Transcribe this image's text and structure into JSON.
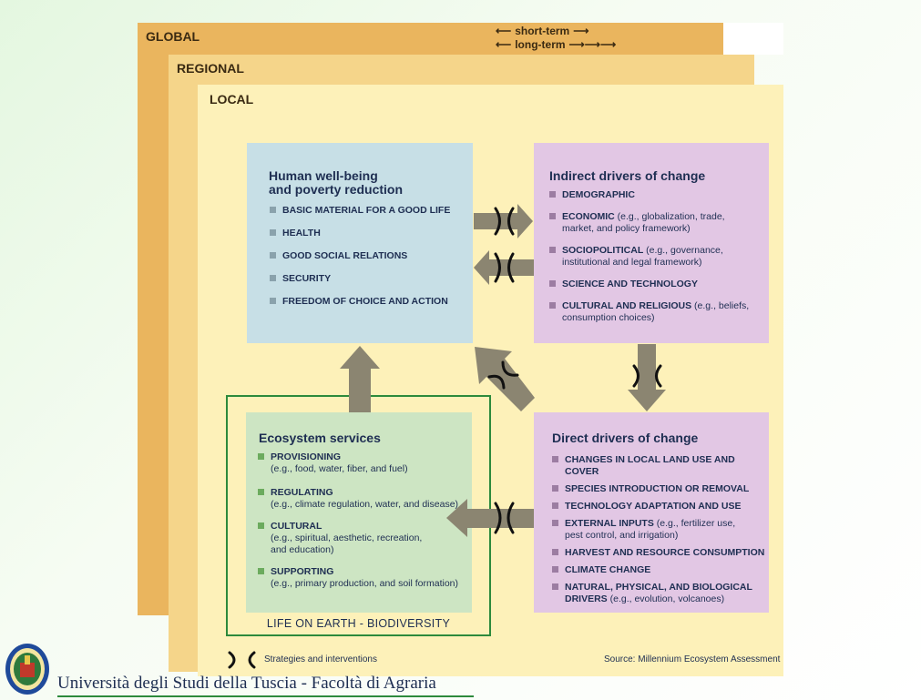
{
  "scales": {
    "global": "GLOBAL",
    "regional": "REGIONAL",
    "local": "LOCAL"
  },
  "time_legend": {
    "short": "short-term",
    "long": "long-term"
  },
  "human_wellbeing": {
    "title_line1": "Human well-being",
    "title_line2": "and poverty reduction",
    "items": [
      "BASIC MATERIAL FOR A GOOD LIFE",
      "HEALTH",
      "GOOD SOCIAL RELATIONS",
      "SECURITY",
      "FREEDOM OF CHOICE AND ACTION"
    ]
  },
  "indirect_drivers": {
    "title": "Indirect drivers of change",
    "items": [
      {
        "head": "DEMOGRAPHIC",
        "line1": "",
        "line2": ""
      },
      {
        "head": "ECONOMIC",
        "line1": " (e.g., globalization, trade,",
        "line2": "market, and policy framework)"
      },
      {
        "head": "SOCIOPOLITICAL",
        "line1": " (e.g., governance,",
        "line2": "institutional and legal framework)"
      },
      {
        "head": "SCIENCE AND TECHNOLOGY",
        "line1": "",
        "line2": ""
      },
      {
        "head": "CULTURAL AND RELIGIOUS",
        "line1": " (e.g., beliefs,",
        "line2": "consumption choices)"
      }
    ]
  },
  "ecosystem_services": {
    "title": "Ecosystem services",
    "items": [
      {
        "head": "PROVISIONING",
        "line1": "(e.g., food, water, fiber, and fuel)",
        "line2": ""
      },
      {
        "head": "REGULATING",
        "line1": "(e.g., climate regulation, water, and disease)",
        "line2": ""
      },
      {
        "head": "CULTURAL",
        "line1": "(e.g., spiritual, aesthetic, recreation,",
        "line2": "and education)"
      },
      {
        "head": "SUPPORTING",
        "line1": "(e.g., primary production, and soil formation)",
        "line2": ""
      }
    ]
  },
  "direct_drivers": {
    "title": "Direct drivers of change",
    "items": [
      {
        "head": "CHANGES IN LOCAL LAND USE AND COVER",
        "line1": "",
        "line2": ""
      },
      {
        "head": "SPECIES INTRODUCTION OR REMOVAL",
        "line1": "",
        "line2": ""
      },
      {
        "head": "TECHNOLOGY ADAPTATION AND USE",
        "line1": "",
        "line2": ""
      },
      {
        "head": "EXTERNAL INPUTS",
        "line1": " (e.g., fertilizer use,",
        "line2": "pest control, and irrigation)"
      },
      {
        "head": "HARVEST AND RESOURCE CONSUMPTION",
        "line1": "",
        "line2": ""
      },
      {
        "head": "CLIMATE CHANGE",
        "line1": "",
        "line2": ""
      },
      {
        "head": "NATURAL, PHYSICAL, AND BIOLOGICAL",
        "line1": "",
        "line2": "DRIVERS (e.g., evolution, volcanoes)"
      }
    ]
  },
  "biodiversity_label": "LIFE ON EARTH - BIODIVERSITY",
  "strategies_label": "Strategies and interventions",
  "source": "Source: Millennium Ecosystem Assessment",
  "university": "Università degli Studi della Tuscia   -   Facoltà di Agraria",
  "colors": {
    "global": "#eab55e",
    "regional": "#f5d58a",
    "local": "#fdf1b9",
    "human_wellbeing": "#c7dfe6",
    "drivers": "#e2c7e4",
    "ecosystem": "#cde5c3",
    "arrow": "#8b8571",
    "biodiversity_frame": "#2d8a3c",
    "text": "#1e2e52"
  }
}
